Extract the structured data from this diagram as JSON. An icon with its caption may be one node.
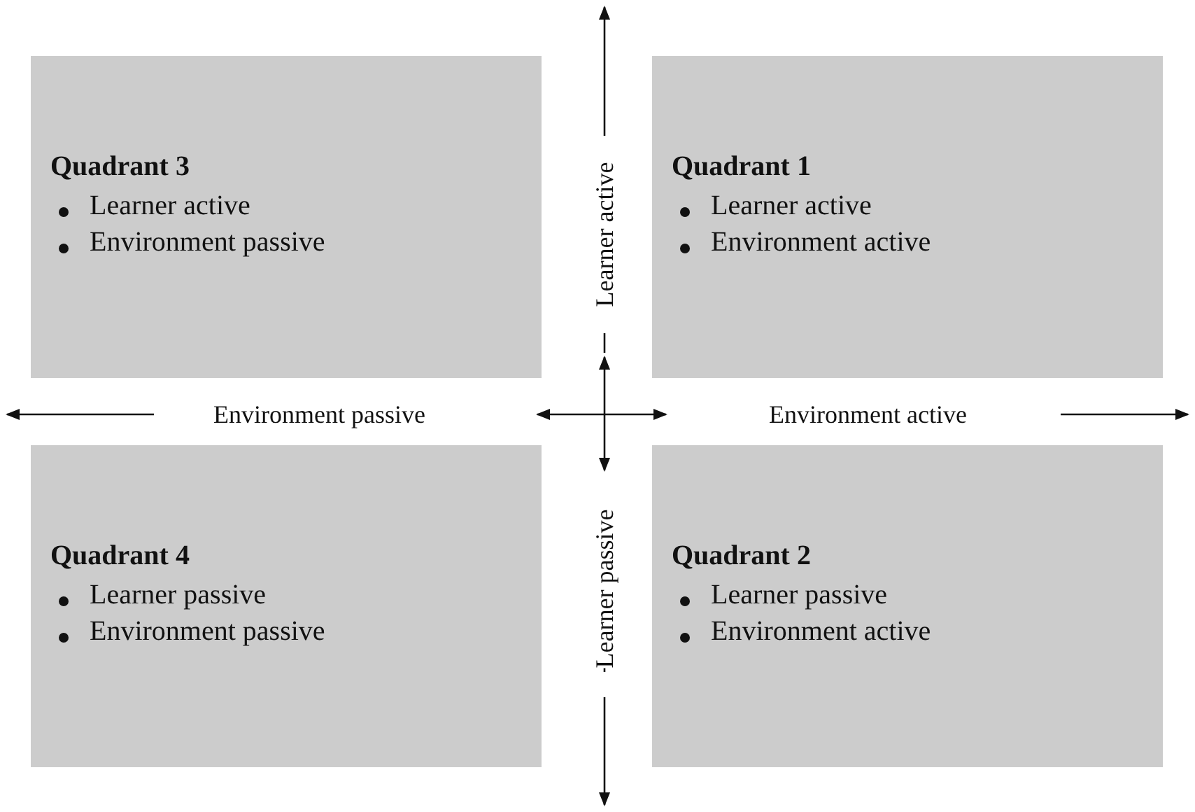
{
  "diagram": {
    "nodes": [
      {
        "text": [
          "Quadrant 3",
          "Learner active",
          "Environment passive"
        ]
      },
      {
        "text": [
          "Quadrant 1",
          "Learner active",
          "Environment active"
        ]
      },
      {
        "text": [
          "Quadrant 4",
          "Learner passive",
          "Environment passive"
        ]
      },
      {
        "text": [
          "Quadrant 2",
          "Learner passive",
          "Environment active"
        ]
      }
    ],
    "labels": [
      "Learner active",
      "Environment passive",
      "Environment active",
      "Learner passive"
    ]
  }
}
